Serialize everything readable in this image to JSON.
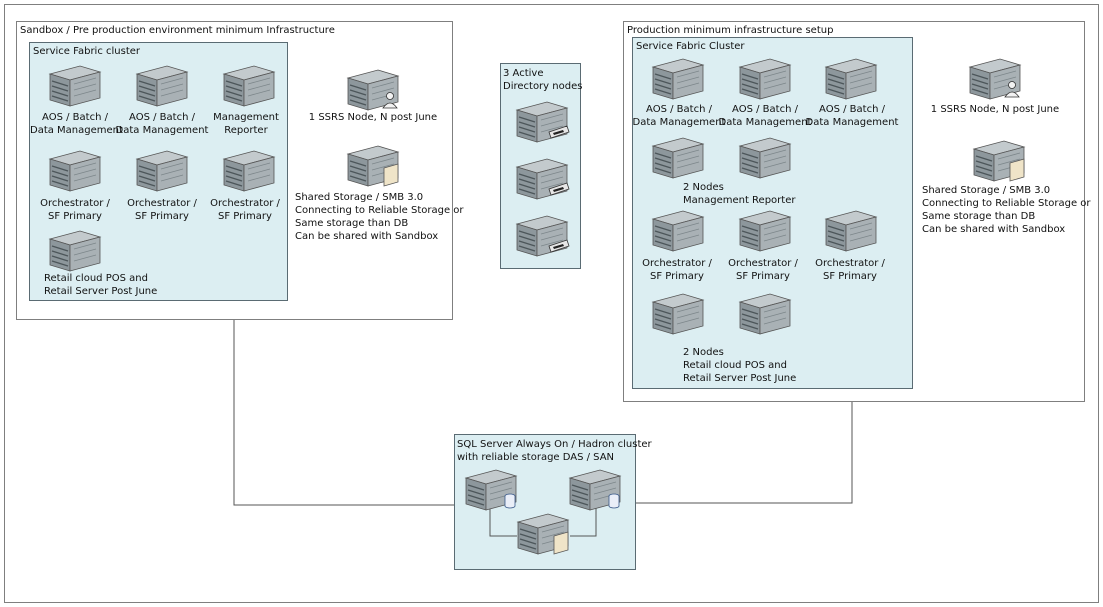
{
  "sandbox": {
    "title": "Sandbox / Pre production environment minimum Infrastructure",
    "cluster_title": "Service Fabric cluster",
    "labels": {
      "aos1": "AOS / Batch /\nData Management",
      "aos2": "AOS / Batch /\nData Management",
      "mgmt": "Management\nReporter",
      "orch1": "Orchestrator /\nSF Primary",
      "orch2": "Orchestrator /\nSF Primary",
      "orch3": "Orchestrator /\nSF Primary",
      "retail": "Retail cloud POS and\nRetail Server Post June"
    },
    "ssrs": "1 SSRS Node, N post June",
    "storage": "Shared Storage / SMB 3.0\nConnecting to Reliable Storage or\nSame storage than DB\nCan be shared with Sandbox"
  },
  "ad": {
    "title": "3 Active\nDirectory nodes"
  },
  "production": {
    "title": "Production minimum infrastructure setup",
    "cluster_title": "Service Fabric Cluster",
    "labels": {
      "aos1": "AOS / Batch /\nData Management",
      "aos2": "AOS / Batch /\nData Management",
      "aos3": "AOS / Batch /\nData Management",
      "mgmt": "2 Nodes\nManagement Reporter",
      "orch1": "Orchestrator /\nSF Primary",
      "orch2": "Orchestrator /\nSF Primary",
      "orch3": "Orchestrator /\nSF Primary",
      "retail": "2 Nodes\nRetail cloud POS and\nRetail Server Post June"
    },
    "ssrs": "1 SSRS Node, N post June",
    "storage": "Shared Storage / SMB 3.0\nConnecting to Reliable Storage or\nSame storage than DB\nCan be shared with Sandbox"
  },
  "sql": {
    "title": "SQL Server Always On / Hadron cluster\nwith reliable storage DAS / SAN"
  },
  "colors": {
    "cluster_fill": "#dceef2",
    "frame_border": "#7f7f7f",
    "server_body": "#9aa3a8",
    "server_front": "#c9d0d3"
  },
  "icons": [
    "server-icon",
    "ssrs-server-icon",
    "storage-server-icon",
    "ad-server-icon",
    "database-server-icon"
  ]
}
